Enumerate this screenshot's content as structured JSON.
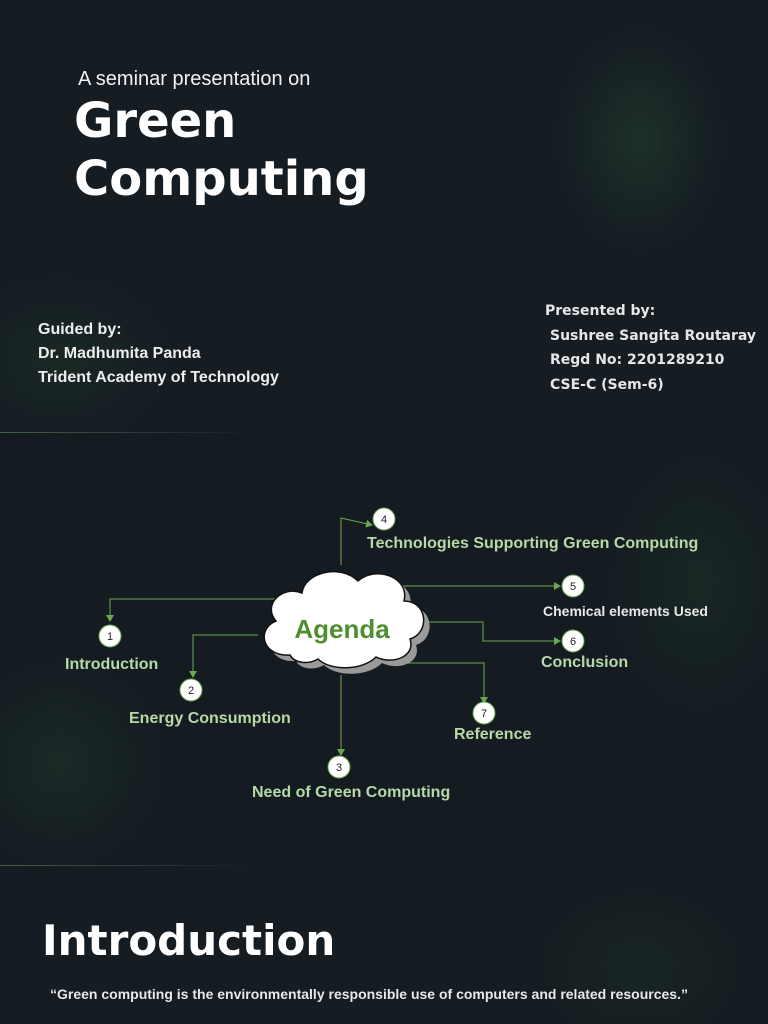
{
  "title_slide": {
    "subtitle": "A seminar presentation on",
    "title_line1": "Green",
    "title_line2": "Computing",
    "guided": {
      "heading": "Guided by:",
      "name": "Dr. Madhumita Panda",
      "institution": "Trident Academy of Technology"
    },
    "presented": {
      "heading": "Presented by:",
      "name": "Sushree Sangita Routaray",
      "regd": "Regd No: 2201289210",
      "section": "CSE-C (Sem-6)"
    }
  },
  "agenda_slide": {
    "title": "Agenda",
    "items": [
      {
        "number": "1",
        "label": "Introduction"
      },
      {
        "number": "2",
        "label": "Energy Consumption"
      },
      {
        "number": "3",
        "label": "Need of Green Computing"
      },
      {
        "number": "4",
        "label": "Technologies Supporting Green Computing"
      },
      {
        "number": "5",
        "label": "Chemical elements Used"
      },
      {
        "number": "6",
        "label": "Conclusion"
      },
      {
        "number": "7",
        "label": "Reference"
      }
    ],
    "colors": {
      "line": "#6aa84f",
      "cloud_text": "#4e8f2f",
      "label": "#b9d8a8"
    }
  },
  "intro_slide": {
    "heading": "Introduction",
    "quote": "“Green computing is the environmentally responsible use of computers and related resources.”"
  }
}
